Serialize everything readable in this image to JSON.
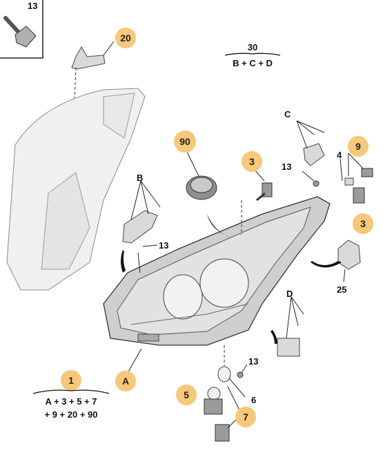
{
  "colors": {
    "badge_fill": "#f6c878",
    "background": "#ffffff",
    "part_fill": "#d9d9d9",
    "outline": "#333333"
  },
  "inset": {
    "label": "13"
  },
  "badges": {
    "b20": "20",
    "b90": "90",
    "b3_top": "3",
    "b9": "9",
    "b3_right": "3",
    "b1": "1",
    "bA": "A",
    "b5": "5",
    "b7": "7"
  },
  "labels": {
    "B": "B",
    "C": "C",
    "D": "D",
    "n13_left": "13",
    "n13_mid": "13",
    "n13_bottom": "13",
    "n4": "4",
    "n25": "25",
    "n6": "6"
  },
  "formulas": {
    "top": {
      "number": "30",
      "text": "B + C + D"
    },
    "bottom": {
      "line1": "A + 3 + 5 + 7",
      "line2": "+ 9 + 20 + 90"
    }
  }
}
